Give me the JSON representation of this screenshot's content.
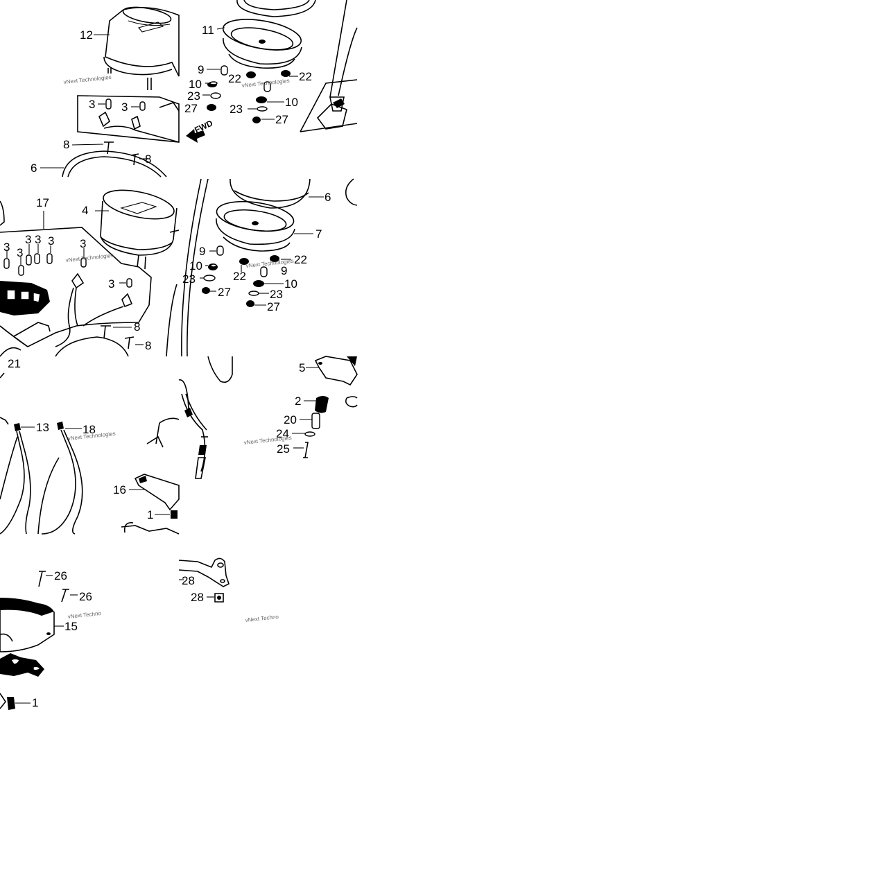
{
  "watermark": "vNext Technologies",
  "watermark_cut": "vNext Techno",
  "fwd": "FWD",
  "colors": {
    "ink": "#000000",
    "background": "#ffffff",
    "watermark": "#888888"
  },
  "tiles": [
    {
      "labels": [
        "12",
        "3",
        "3",
        "8",
        "8",
        "6"
      ]
    },
    {
      "labels": [
        "11",
        "9",
        "10",
        "22",
        "22",
        "23",
        "27",
        "10",
        "23",
        "27"
      ]
    },
    {
      "labels": [
        "17",
        "4",
        "3",
        "3",
        "3",
        "3",
        "3",
        "3",
        "3",
        "8",
        "8"
      ]
    },
    {
      "labels": [
        "6",
        "7",
        "9",
        "10",
        "22",
        "22",
        "9",
        "23",
        "10",
        "27",
        "23",
        "27"
      ]
    },
    {
      "labels": [
        "21",
        "13",
        "18",
        "16",
        "1"
      ]
    },
    {
      "labels": [
        "5",
        "2",
        "20",
        "24",
        "25"
      ]
    },
    {
      "labels": [
        "26",
        "26",
        "15",
        "1"
      ]
    },
    {
      "labels": [
        "28",
        "28"
      ]
    }
  ]
}
